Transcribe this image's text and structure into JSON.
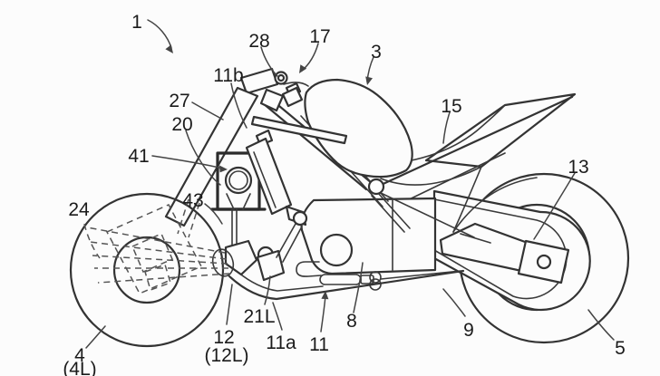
{
  "figure": {
    "background_color": "#fcfcfc",
    "line_color": "#333333",
    "label_color": "#1b1b1b",
    "labels": [
      {
        "text": "1"
      },
      {
        "text": "28"
      },
      {
        "text": "17"
      },
      {
        "text": "3"
      },
      {
        "text": "15"
      },
      {
        "text": "11b"
      },
      {
        "text": "27"
      },
      {
        "text": "20"
      },
      {
        "text": "41"
      },
      {
        "text": "43"
      },
      {
        "text": "24"
      },
      {
        "text": "13"
      },
      {
        "text": "4"
      },
      {
        "text": "(4L)"
      },
      {
        "text": "12"
      },
      {
        "text": "(12L)"
      },
      {
        "text": "21L"
      },
      {
        "text": "11a"
      },
      {
        "text": "11"
      },
      {
        "text": "8"
      },
      {
        "text": "9"
      },
      {
        "text": "5"
      }
    ]
  }
}
